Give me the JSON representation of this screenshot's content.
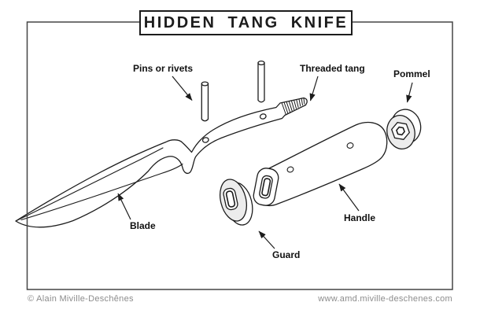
{
  "title": "HIDDEN TANG KNIFE",
  "parts": {
    "pins": {
      "label": "Pins or rivets"
    },
    "threaded_tang": {
      "label": "Threaded tang"
    },
    "pommel": {
      "label": "Pommel"
    },
    "blade": {
      "label": "Blade"
    },
    "guard": {
      "label": "Guard"
    },
    "handle": {
      "label": "Handle"
    }
  },
  "footer": {
    "copyright": "© Alain Miville-Deschênes",
    "website": "www.amd.miville-deschenes.com"
  },
  "colors": {
    "line": "#1c1c1c",
    "frame": "#454545",
    "label-text": "#111111",
    "footer-text": "#8c8c8c",
    "shade": "#ececec",
    "background": "#ffffff"
  }
}
